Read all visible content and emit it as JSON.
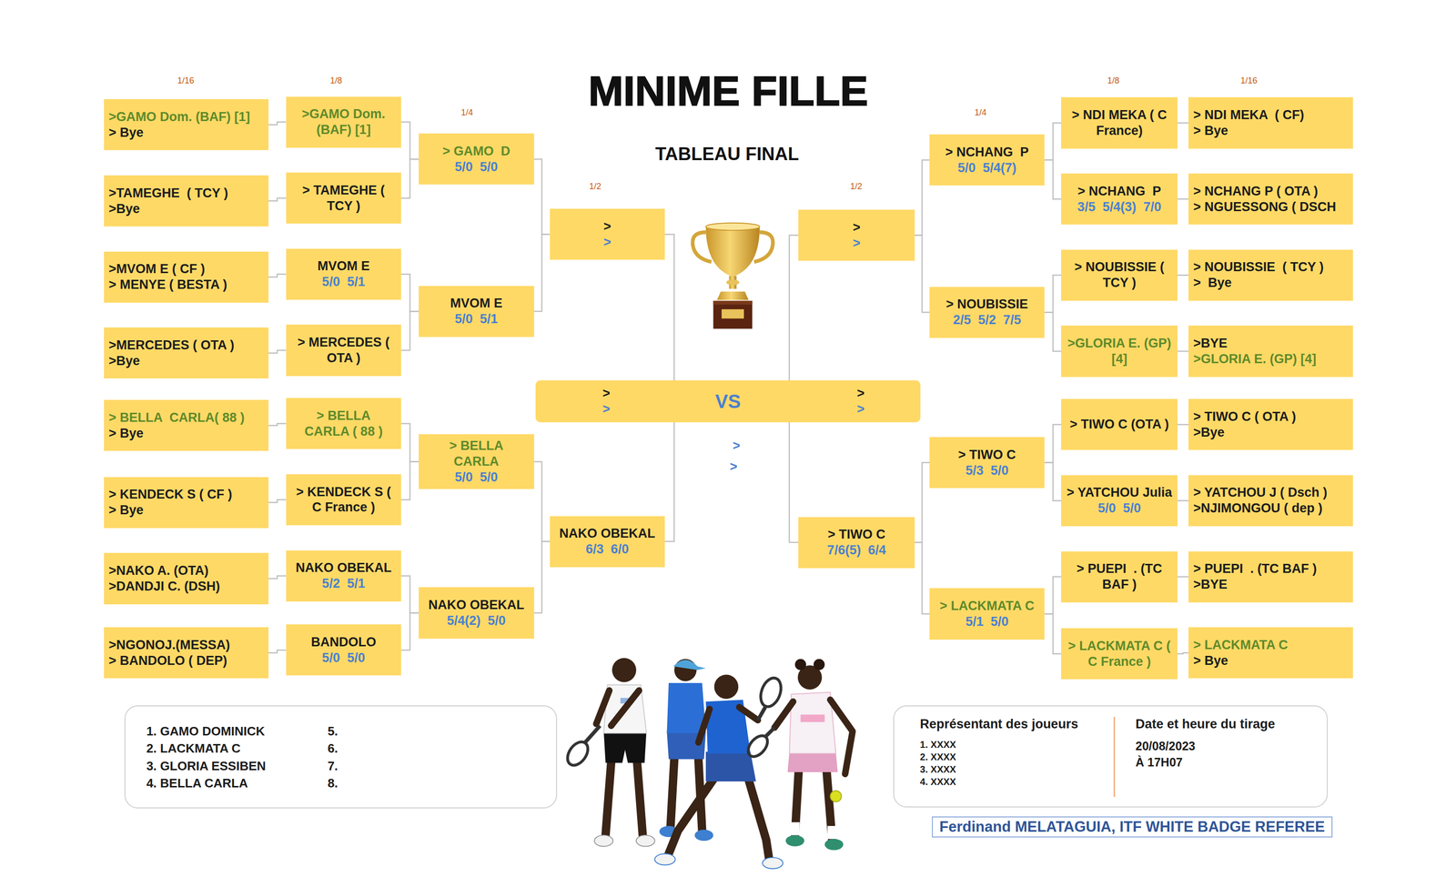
{
  "diagram": {
    "title": "MINIME FILLE",
    "nodes": [
      {
        "text": [
          ">GAMO Dom. (BAF) [1]",
          "> Bye"
        ]
      },
      {
        "text": [
          ">TAMEGHE  ( TCY )",
          ">Bye"
        ]
      },
      {
        "text": [
          ">MVOM E ( CF )",
          "> MENYE ( BESTA )"
        ]
      },
      {
        "text": [
          ">MERCEDES ( OTA )",
          ">Bye"
        ]
      },
      {
        "text": [
          "> BELLA  CARLA( 88 )",
          "> Bye"
        ]
      },
      {
        "text": [
          "> KENDECK S ( CF )",
          "> Bye"
        ]
      },
      {
        "text": [
          ">NAKO A. (OTA)",
          ">DANDJI C. (DSH)"
        ]
      },
      {
        "text": [
          ">NGONOJ.(MESSA)",
          "> BANDOLO ( DEP)"
        ]
      },
      {
        "text": [
          ">GAMO Dom. (BAF) [1]"
        ]
      },
      {
        "text": [
          "> TAMEGHE ( TCY )"
        ]
      },
      {
        "text": [
          "MVOM E",
          "5/0  5/1"
        ]
      },
      {
        "text": [
          "> MERCEDES ( OTA )"
        ]
      },
      {
        "text": [
          "> BELLA  CARLA ( 88 )"
        ]
      },
      {
        "text": [
          "> KENDECK S ( C France )"
        ]
      },
      {
        "text": [
          "NAKO OBEKAL",
          "5/2  5/1"
        ]
      },
      {
        "text": [
          "BANDOLO",
          "5/0  5/0"
        ]
      },
      {
        "text": [
          "> GAMO  D",
          "5/0  5/0"
        ]
      },
      {
        "text": [
          "MVOM E",
          "5/0  5/1"
        ]
      },
      {
        "text": [
          "> BELLA  CARLA",
          "5/0  5/0"
        ]
      },
      {
        "text": [
          "NAKO OBEKAL",
          "5/4(2)  5/0"
        ]
      },
      {
        "text": [
          ">",
          ">"
        ]
      },
      {
        "text": [
          "NAKO OBEKAL",
          "6/3  6/0"
        ]
      },
      {
        "text": [
          ">",
          ">",
          "VS",
          ">",
          ">"
        ]
      },
      {
        "text": [
          ">",
          ">"
        ]
      },
      {
        "text": [
          "> TIWO C",
          "7/6(5)  6/4"
        ]
      },
      {
        "text": [
          "> NCHANG  P",
          "5/0  5/4(7)"
        ]
      },
      {
        "text": [
          "> NOUBISSIE",
          "2/5  5/2  7/5"
        ]
      },
      {
        "text": [
          "> TIWO C",
          "5/3  5/0"
        ]
      },
      {
        "text": [
          "> LACKMATA C",
          "5/1  5/0"
        ]
      },
      {
        "text": [
          "> NDI MEKA ( C France)"
        ]
      },
      {
        "text": [
          "> NCHANG  P",
          "3/5  5/4(3)  7/0"
        ]
      },
      {
        "text": [
          "> NOUBISSIE ( TCY )"
        ]
      },
      {
        "text": [
          ">GLORIA E. (GP) [4]"
        ]
      },
      {
        "text": [
          "> TIWO C (OTA )"
        ]
      },
      {
        "text": [
          "> YATCHOU Julia",
          "5/0  5/0"
        ]
      },
      {
        "text": [
          "> PUEPI  . (TC BAF )"
        ]
      },
      {
        "text": [
          "> LACKMATA C ( C France )"
        ]
      },
      {
        "text": [
          "> NDI MEKA  ( CF)",
          "> Bye"
        ]
      },
      {
        "text": [
          "> NCHANG P ( OTA )",
          "> NGUESSONG ( DSCH"
        ]
      },
      {
        "text": [
          "> NOUBISSIE  ( TCY )",
          ">  Bye"
        ]
      },
      {
        "text": [
          ">BYE",
          ">GLORIA E. (GP) [4]"
        ]
      },
      {
        "text": [
          "> TIWO C ( OTA )",
          ">Bye"
        ]
      },
      {
        "text": [
          "> YATCHOU J ( Dsch )",
          ">NJIMONGOU ( dep )"
        ]
      },
      {
        "text": [
          "> PUEPI  . (TC BAF )",
          ">BYE"
        ]
      },
      {
        "text": [
          "> LACKMATA C",
          "> Bye"
        ]
      },
      {
        "text": [
          "1. GAMO DOMINICK",
          "2. LACKMATA C",
          "3. GLORIA ESSIBEN",
          "4. BELLA CARLA",
          "5.",
          "6.",
          "7.",
          "8."
        ]
      },
      {
        "text": [
          "Représentant des joueurs",
          "1. XXXX",
          "2. XXXX",
          "3. XXXX",
          "4. XXXX",
          "Date et heure du tirage",
          "20/08/2023",
          "À 17H07"
        ]
      },
      {
        "text": [
          "Ferdinand MELATAGUIA, ITF WHITE BADGE REFEREE"
        ]
      }
    ],
    "edges": [
      {
        "from": 0,
        "to": 8,
        "arrow": "none"
      },
      {
        "from": 1,
        "to": 9,
        "arrow": "none"
      },
      {
        "from": 2,
        "to": 10,
        "arrow": "none"
      },
      {
        "from": 3,
        "to": 11,
        "arrow": "none"
      },
      {
        "from": 4,
        "to": 12,
        "arrow": "none"
      },
      {
        "from": 5,
        "to": 13,
        "arrow": "none"
      },
      {
        "from": 6,
        "to": 14,
        "arrow": "none"
      },
      {
        "from": 7,
        "to": 15,
        "arrow": "none"
      },
      {
        "from": 8,
        "to": 16,
        "arrow": "none"
      },
      {
        "from": 9,
        "to": 16,
        "arrow": "none"
      },
      {
        "from": 10,
        "to": 17,
        "arrow": "none"
      },
      {
        "from": 11,
        "to": 17,
        "arrow": "none"
      },
      {
        "from": 12,
        "to": 18,
        "arrow": "none"
      },
      {
        "from": 13,
        "to": 18,
        "arrow": "none"
      },
      {
        "from": 14,
        "to": 19,
        "arrow": "none"
      },
      {
        "from": 15,
        "to": 19,
        "arrow": "none"
      },
      {
        "from": 16,
        "to": 20,
        "arrow": "none"
      },
      {
        "from": 17,
        "to": 20,
        "arrow": "none"
      },
      {
        "from": 18,
        "to": 21,
        "arrow": "none"
      },
      {
        "from": 19,
        "to": 21,
        "arrow": "none"
      },
      {
        "from": 20,
        "to": 22,
        "arrow": "none"
      },
      {
        "from": 21,
        "to": 22,
        "arrow": "none"
      },
      {
        "from": 23,
        "to": 22,
        "arrow": "none"
      },
      {
        "from": 24,
        "to": 22,
        "arrow": "none"
      },
      {
        "from": 25,
        "to": 23,
        "arrow": "none"
      },
      {
        "from": 26,
        "to": 23,
        "arrow": "none"
      },
      {
        "from": 27,
        "to": 24,
        "arrow": "none"
      },
      {
        "from": 28,
        "to": 24,
        "arrow": "none"
      },
      {
        "from": 29,
        "to": 25,
        "arrow": "none"
      },
      {
        "from": 30,
        "to": 25,
        "arrow": "none"
      },
      {
        "from": 31,
        "to": 26,
        "arrow": "none"
      },
      {
        "from": 32,
        "to": 26,
        "arrow": "none"
      },
      {
        "from": 33,
        "to": 27,
        "arrow": "none"
      },
      {
        "from": 34,
        "to": 27,
        "arrow": "none"
      },
      {
        "from": 35,
        "to": 28,
        "arrow": "none"
      },
      {
        "from": 36,
        "to": 28,
        "arrow": "none"
      },
      {
        "from": 37,
        "to": 29,
        "arrow": "none"
      },
      {
        "from": 38,
        "to": 30,
        "arrow": "none"
      },
      {
        "from": 39,
        "to": 31,
        "arrow": "none"
      },
      {
        "from": 40,
        "to": 32,
        "arrow": "none"
      },
      {
        "from": 41,
        "to": 33,
        "arrow": "none"
      },
      {
        "from": 42,
        "to": 34,
        "arrow": "none"
      },
      {
        "from": 43,
        "to": 35,
        "arrow": "none"
      },
      {
        "from": 44,
        "to": 36,
        "arrow": "none"
      }
    ],
    "labels": [
      "1/16",
      "1/8",
      "1/4",
      "1/2",
      "TABLEAU FINAL",
      "1/2",
      "1/4",
      "1/8",
      "1/16",
      ">",
      ">"
    ]
  }
}
